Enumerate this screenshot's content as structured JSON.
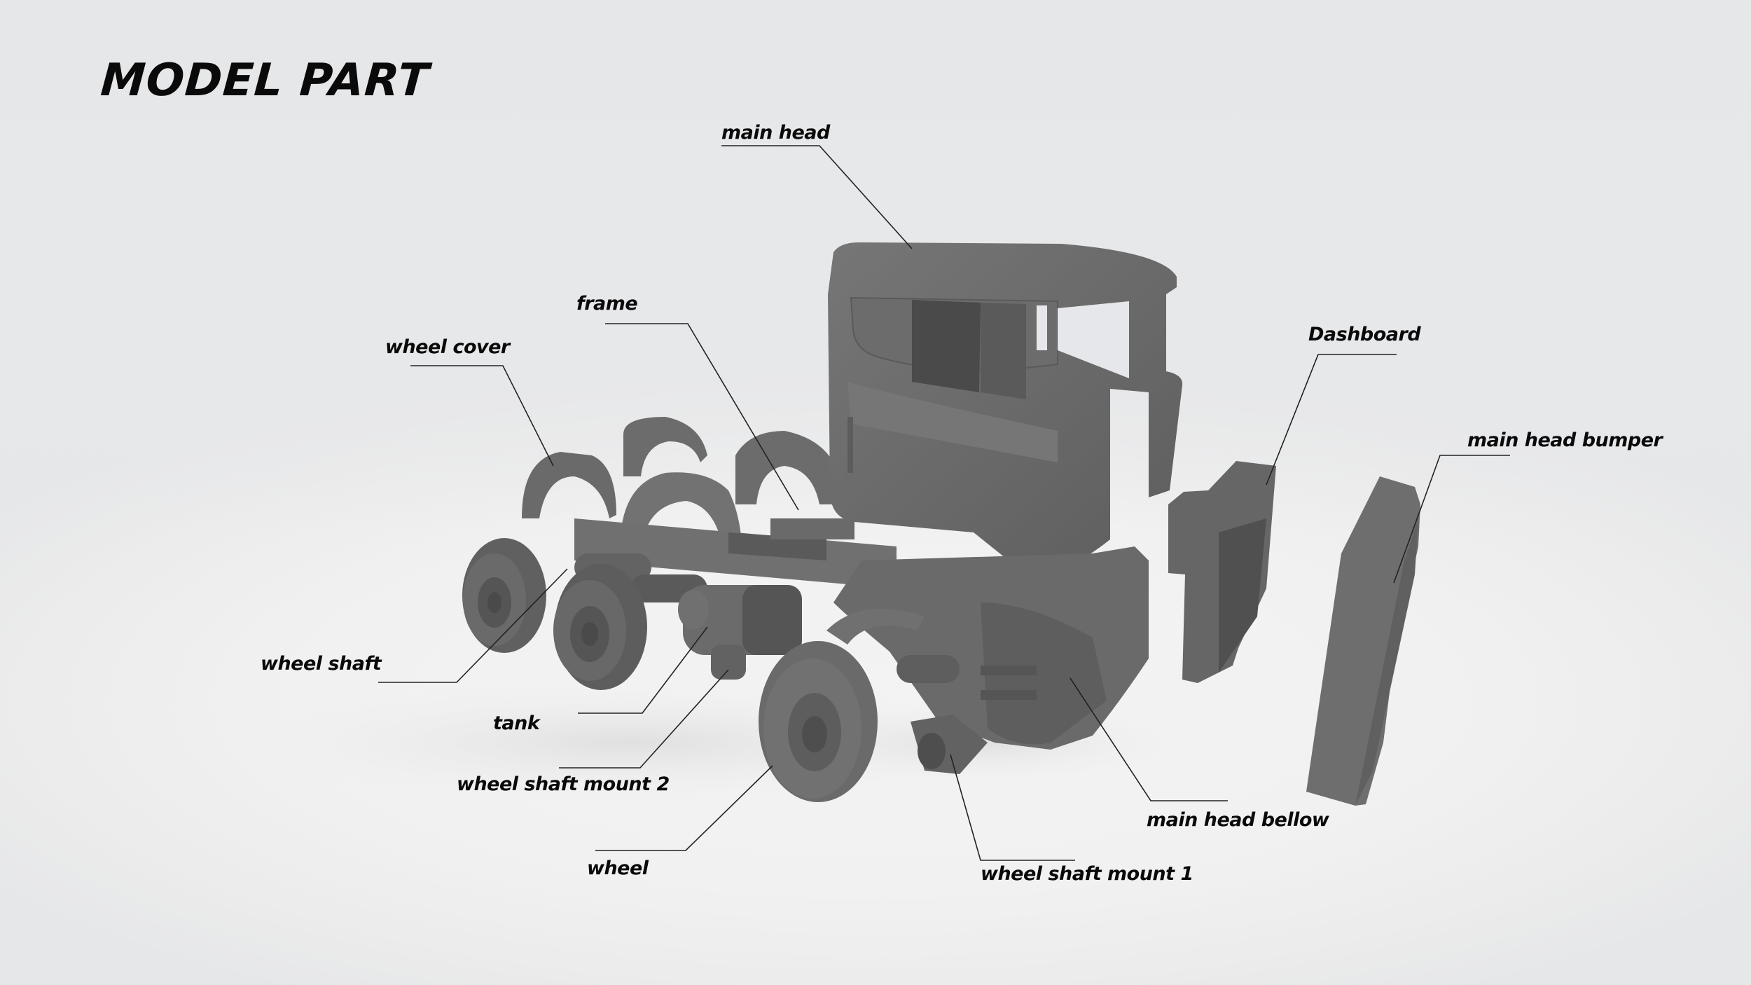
{
  "title": "MODEL PART",
  "colors": {
    "background": "#e7e8ea",
    "floor": "#f1f1f1",
    "part_gray": "#6e6e6e",
    "part_dark": "#4e4e4e",
    "text": "#0a0a0a",
    "leader_line": "#222222"
  },
  "labels": [
    {
      "id": "main-head",
      "text": "main head"
    },
    {
      "id": "frame",
      "text": "frame"
    },
    {
      "id": "wheel-cover",
      "text": "wheel cover"
    },
    {
      "id": "dashboard",
      "text": "Dashboard"
    },
    {
      "id": "main-head-bumper",
      "text": "main head bumper"
    },
    {
      "id": "wheel-shaft",
      "text": "wheel shaft"
    },
    {
      "id": "tank",
      "text": "tank"
    },
    {
      "id": "wheel-shaft-mount-2",
      "text": "wheel shaft mount 2"
    },
    {
      "id": "wheel",
      "text": "wheel"
    },
    {
      "id": "main-head-bellow",
      "text": "main head bellow"
    },
    {
      "id": "wheel-shaft-mount-1",
      "text": "wheel shaft mount 1"
    }
  ]
}
